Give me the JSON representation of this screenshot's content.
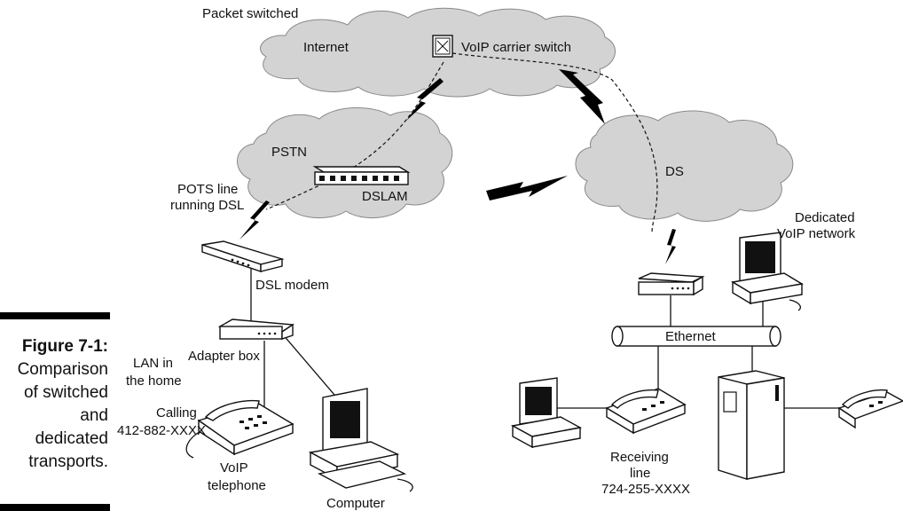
{
  "figure": {
    "number": "Figure 7-1:",
    "caption_lines": [
      "Comparison",
      "of switched",
      "and",
      "dedicated",
      "transports."
    ]
  },
  "labels": {
    "packet_switched": "Packet switched",
    "internet": "Internet",
    "voip_carrier_switch": "VoIP carrier switch",
    "pstn": "PSTN",
    "dslam": "DSLAM",
    "pots_line": [
      "POTS line",
      "running DSL"
    ],
    "ds": "DS",
    "dedicated_voip": [
      "Dedicated",
      "VoIP network"
    ],
    "dsl_modem": "DSL modem",
    "adapter_box": "Adapter box",
    "lan_home": [
      "LAN in",
      "the home"
    ],
    "calling": [
      "Calling",
      "412-882-XXXX"
    ],
    "voip_telephone": [
      "VoIP",
      "telephone"
    ],
    "computer": "Computer",
    "ethernet": "Ethernet",
    "receiving": [
      "Receiving",
      "line",
      "724-255-XXXX"
    ]
  },
  "icons": [
    "router-switch-icon",
    "dslam-icon",
    "modem-icon",
    "adapter-box-icon",
    "telephone-icon",
    "computer-icon",
    "server-cabinet-icon",
    "lightning-bolt-icon"
  ]
}
